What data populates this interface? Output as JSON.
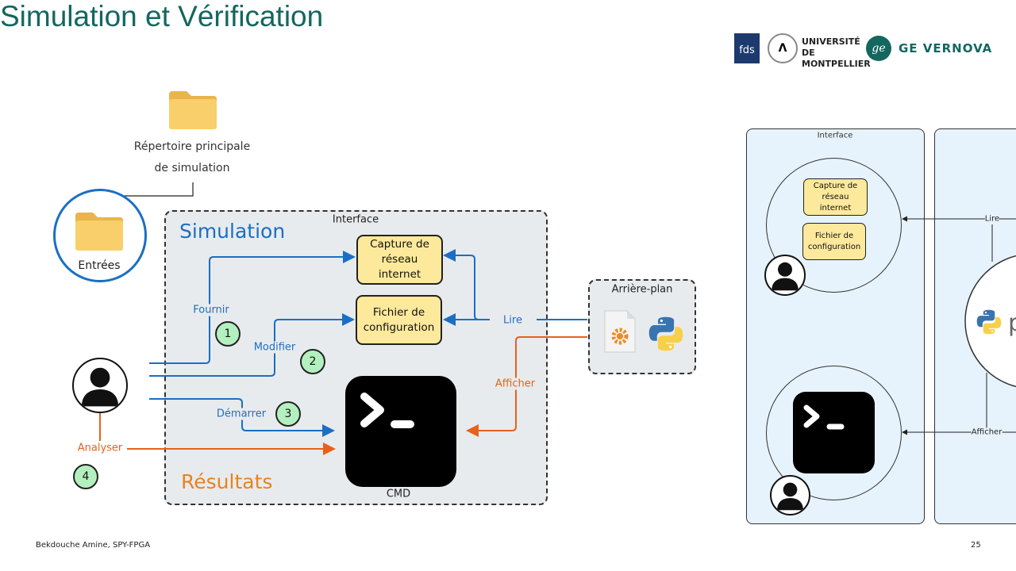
{
  "slide": {
    "title": "Simulation et Vérification",
    "page_number": "25",
    "footer": "Bekdouche Amine, SPY-FPGA"
  },
  "logos": {
    "fds": "fds",
    "um": "UNIVERSITÉ DE MONTPELLIER",
    "ge": "GE VERNOVA"
  },
  "colors": {
    "title": "#13675f",
    "simulation": "#1a6fc4",
    "results": "#e8821e",
    "arrow_blue": "#1a6fc4",
    "arrow_orange": "#e8611a",
    "box_fill": "#fde99b",
    "step_fill": "#b4f0bf"
  },
  "diagram": {
    "root_folder": {
      "line1": "Répertoire principale",
      "line2": "de simulation",
      "icon": "folder-icon"
    },
    "inputs": {
      "label": "Entrées",
      "icon": "folder-icon"
    },
    "interface": {
      "label": "Interface",
      "simulation": "Simulation",
      "results": "Résultats"
    },
    "capture": {
      "l1": "Capture de",
      "l2": "réseau",
      "l3": "internet"
    },
    "config": {
      "l1": "Fichier de",
      "l2": "configuration"
    },
    "cmd": {
      "label": "CMD",
      "icon": "terminal-icon"
    },
    "user": {
      "icon": "user-icon"
    },
    "background": {
      "label": "Arrière-plan",
      "icons": [
        "gear-file-icon",
        "python-icon"
      ]
    },
    "arrows": {
      "provide": "Fournir",
      "modify": "Modifier",
      "start": "Démarrer",
      "analyse": "Analyser",
      "read": "Lire",
      "display": "Afficher"
    },
    "steps": [
      "1",
      "2",
      "3",
      "4"
    ]
  },
  "right_diagram": {
    "interface": "Interface",
    "capture": {
      "l1": "Capture de",
      "l2": "réseau",
      "l3": "internet"
    },
    "config": {
      "l1": "Fichier de",
      "l2": "configuration"
    },
    "read": "Lire",
    "display": "Afficher"
  }
}
